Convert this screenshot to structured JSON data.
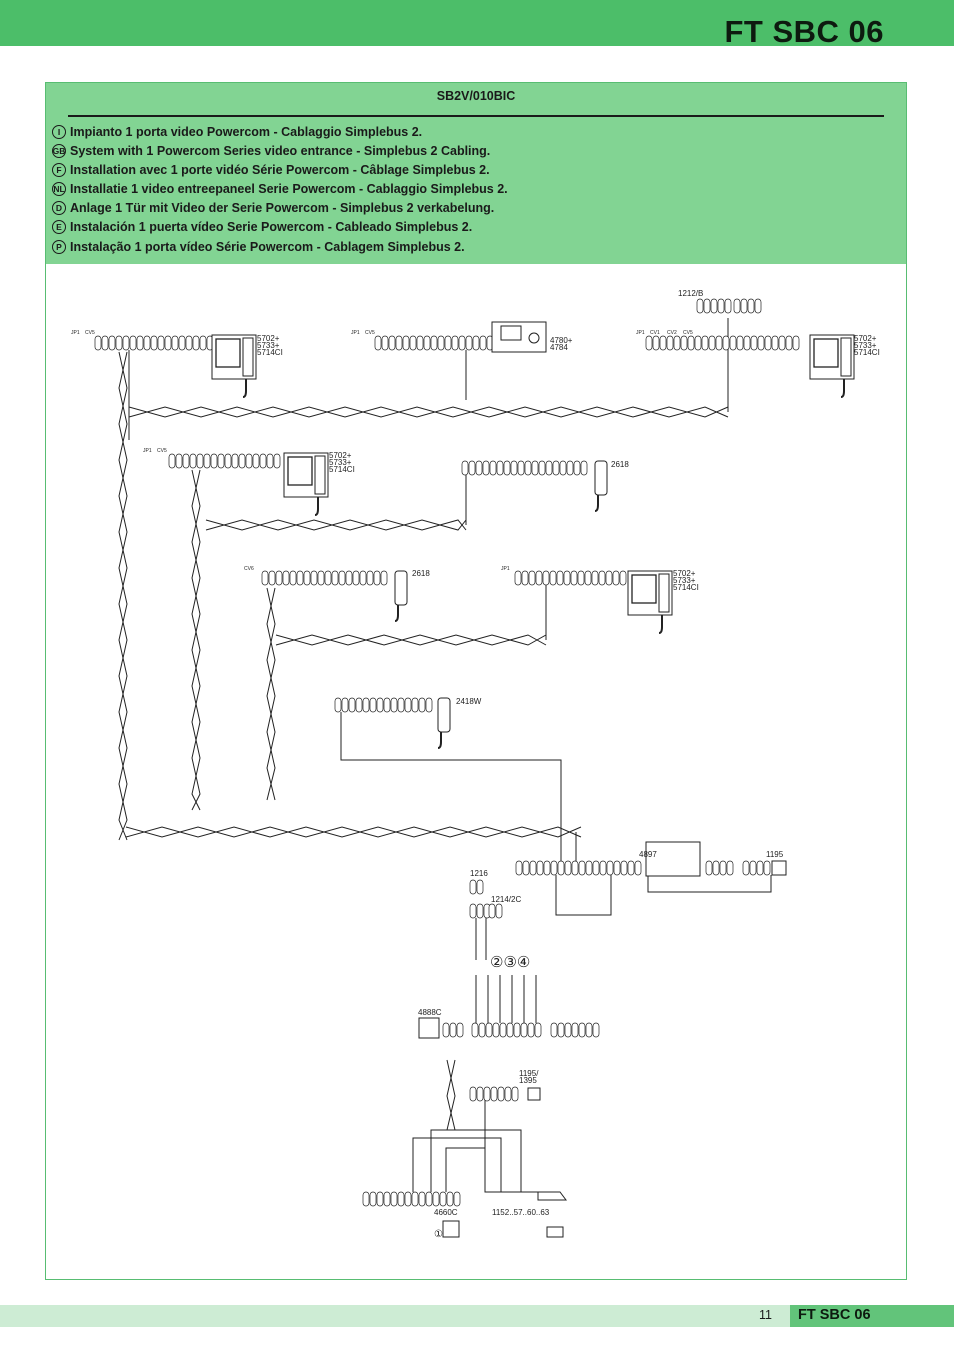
{
  "page": {
    "title": "FT SBC 06",
    "code": "SB2V/010BIC",
    "page_number": "11",
    "footer_title": "FT SBC 06"
  },
  "languages": [
    {
      "code": "I",
      "text": "Impianto 1 porta video Powercom - Cablaggio Simplebus 2."
    },
    {
      "code": "GB",
      "text": "System with 1 Powercom Series video entrance - Simplebus 2 Cabling."
    },
    {
      "code": "F",
      "text": "Installation avec 1 porte vidéo Série Powercom - Câblage Simplebus 2."
    },
    {
      "code": "NL",
      "text": "Installatie 1 video entreepaneel Serie Powercom - Cablaggio Simplebus 2."
    },
    {
      "code": "D",
      "text": "Anlage 1 Tür mit Video der Serie Powercom - Simplebus 2 verkabelung."
    },
    {
      "code": "E",
      "text": "Instalación 1 puerta vídeo Serie Powercom - Cableado Simplebus 2."
    },
    {
      "code": "P",
      "text": "Instalação 1 porta vídeo Série Powercom - Cablagem Simplebus 2."
    }
  ],
  "diagram": {
    "labels": {
      "psu_1212": "1212/B",
      "monitor_model_a": "5702+",
      "monitor_model_b": "5733+",
      "monitor_model_c": "5714CI",
      "switchboard_a": "4780+",
      "switchboard_b": "4784",
      "interphone": "2618",
      "interphone_w": "2418W",
      "distributor": "4897",
      "transformer": "1195",
      "module_1216": "1216",
      "filter": "1214/2C",
      "numbers_234": "②③④",
      "controller": "4888C",
      "psu_b": "1195/",
      "psu_b2": "1395",
      "panel": "4660C",
      "lock": "1152..57..60..63",
      "one": "①",
      "jp1": "JP1",
      "cv5": "CV5",
      "cv6": "CV6",
      "cv1": "CV1",
      "cv2": "CV2"
    }
  }
}
